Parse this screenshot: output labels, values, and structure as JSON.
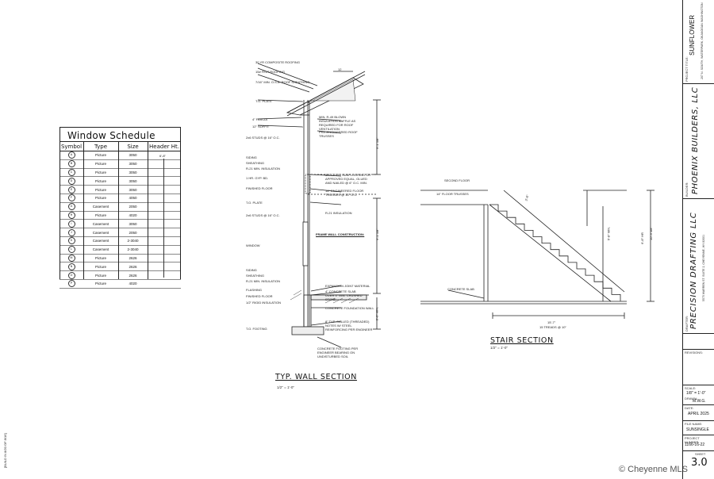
{
  "window_schedule": {
    "title": "Window Schedule",
    "headers": [
      "Symbol",
      "Type",
      "Size",
      "Header Ht."
    ],
    "header_height_value": "6'-8\"",
    "rows": [
      {
        "symbol": "A",
        "type": "Picture",
        "size": "3050"
      },
      {
        "symbol": "B",
        "type": "Picture",
        "size": "3050"
      },
      {
        "symbol": "C",
        "type": "Picture",
        "size": "3050"
      },
      {
        "symbol": "D",
        "type": "Picture",
        "size": "3050"
      },
      {
        "symbol": "E",
        "type": "Picture",
        "size": "3050"
      },
      {
        "symbol": "F",
        "type": "Picture",
        "size": "4050"
      },
      {
        "symbol": "G",
        "type": "Casement",
        "size": "2050"
      },
      {
        "symbol": "H",
        "type": "Picture",
        "size": "4020"
      },
      {
        "symbol": "I",
        "type": "Casement",
        "size": "3050"
      },
      {
        "symbol": "J",
        "type": "Casement",
        "size": "2050"
      },
      {
        "symbol": "K",
        "type": "Casement",
        "size": "2-3040"
      },
      {
        "symbol": "L",
        "type": "Casement",
        "size": "2-3040"
      },
      {
        "symbol": "M",
        "type": "Picture",
        "size": "2626"
      },
      {
        "symbol": "N",
        "type": "Picture",
        "size": "2626"
      },
      {
        "symbol": "O",
        "type": "Picture",
        "size": "2626"
      },
      {
        "symbol": "P",
        "type": "Picture",
        "size": "4020"
      }
    ]
  },
  "wall_section": {
    "title": "TYP. WALL SECTION",
    "scale": "1/2\" = 1'-0\"",
    "left_labels": [
      "30 YR COMPOSITE ROOFING",
      "15# FELT ROOFING",
      "7/16\" MIN. O.S.B. ROOF SHEATHING",
      "T.O. PLATE",
      "4\" FASCIA",
      "12\" SOFFIT",
      "2x6 STUDS @ 16\" O.C.",
      "SIDING",
      "SHEATHING",
      "R-21 MIN. INSULATION",
      "1 HR. GYP. BD.",
      "FINISHED FLOOR",
      "T.O. PLATE",
      "2x6 STUDS @ 16\" O.C.",
      "WINDOW",
      "SIDING",
      "SHEATHING",
      "R-21 MIN. INSULATION",
      "FLASHING",
      "FINISHED FLOOR",
      "1/2\" RIGID INSULATION",
      "T.O. FOOTING"
    ],
    "right_labels": [
      "MIN. R-49 BLOWN INSULATION BAFFLE AS REQUIRED FOR ROOF VENTILATION",
      "PRE-ENGINEERED ROOF TRUSSES",
      "3/4\" O.S.B. SUBFLOORING OR APPROVED EQUAL, GLUED AND NAILED @ 6\" O.C. MIN.",
      "14\" ENGINEERED FLOOR TRUSSES @ 16\" O.C.",
      "R-21 INSULATION",
      "FRAME WALL CONSTRUCTION:",
      "EXPANSION JOINT MATERIAL",
      "4\" CONCRETE SLAB OVER 4\" MIN. CRUSHED STONE",
      "CONCRETE FOUNDATION WALL",
      "8\" TYP. CALLED (THREADED) NOTES W/ STEEL REINFORCING PER ENGINEER",
      "CONCRETE FOOTING PER ENGINEER BEARING ON UNDISTURBED SOIL"
    ],
    "dims": [
      "9'-1 1/8\"",
      "9'-1 1/8\"",
      "8'-0\" MIN.",
      "12"
    ]
  },
  "stair_section": {
    "title": "STAIR SECTION",
    "scale": "1/2\" = 1'-0\"",
    "labels": [
      "SECOND FLOOR",
      "14\" FLOOR TRUSSES",
      "CONCRETE SLAB",
      "3'-6\"",
      "6'-8\" MIN.",
      "10'-3 1/8\"",
      "15'-7\"",
      "15 TREADS @ 10\"",
      "6'-8\" HR"
    ]
  },
  "title_block": {
    "project_title_label": "PROJECT TITLE:",
    "project_name": "SUNFLOWER",
    "project_address": "207 N. SOUTH, WATERPARK, OKANOGAN WASHINGTON",
    "builder_label": "BUILDER:",
    "builder": "PHOENIX BUILDERS, LLC",
    "drafter_label": "DRAFTER:",
    "drafter": "PRECISION DRAFTING LLC",
    "drafter_address": "5575 WARREN ST. SUITE 2, CHEYENNE, WY 82001",
    "revisions_label": "REVISIONS:",
    "scale_label": "SCALE:",
    "scale": "1/8\" = 1'-0\"",
    "drawn_label": "DRAWN:",
    "drawn": "M.W.G.",
    "date_label": "DATE:",
    "date": "APRIL 2025",
    "file_name_label": "FILE NAME:",
    "file_name": "SUNSINGLE",
    "project_number_label": "PROJECT NUMBER:",
    "project_number": "1166-16-22",
    "sheet_label": "SHEET",
    "sheet": "3.0"
  },
  "side_note": "[BUILD IN 8/20 OF 8/16]",
  "watermark": "© Cheyenne MLS",
  "colors": {
    "line": "#222222",
    "paper": "#ffffff",
    "watermark": "#555555"
  }
}
